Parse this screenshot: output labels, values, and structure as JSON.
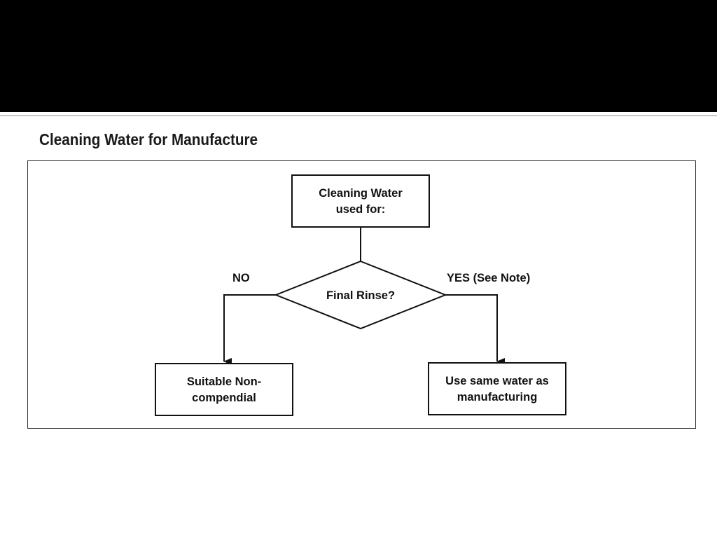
{
  "title": "Cleaning Water for Manufacture",
  "nodes": {
    "start": {
      "line1": "Cleaning Water",
      "line2": "used for:"
    },
    "decision": {
      "label": "Final Rinse?"
    },
    "no_outcome": {
      "line1": "Suitable Non-",
      "line2": "compendial"
    },
    "yes_outcome": {
      "line1": "Use same water as",
      "line2": "manufacturing"
    }
  },
  "branches": {
    "no": "NO",
    "yes": "YES (See Note)"
  }
}
